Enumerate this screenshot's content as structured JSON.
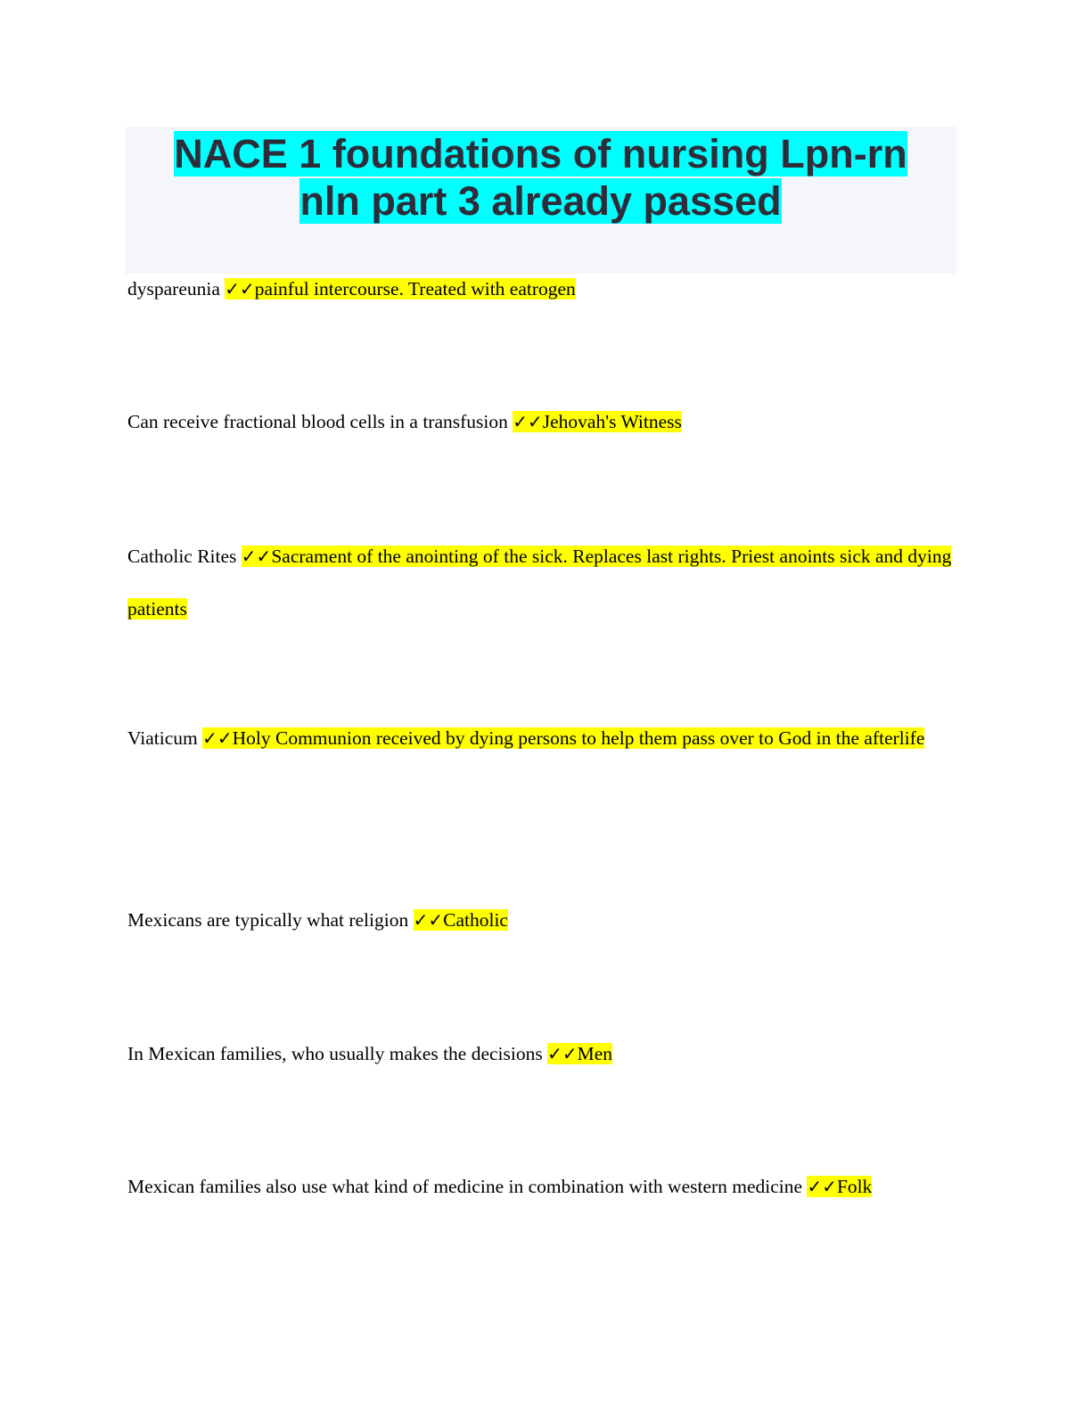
{
  "title": {
    "line1": "NACE 1 foundations of nursing Lpn-rn",
    "line2": "nln part 3 already passed"
  },
  "check_mark": "✓✓",
  "items": [
    {
      "q": "dyspareunia",
      "a": "painful intercourse. Treated with eatrogen"
    },
    {
      "q": "Can receive fractional blood cells in a transfusion",
      "a": "Jehovah's Witness"
    },
    {
      "q": "Catholic Rites",
      "a": "Sacrament of the anointing of the sick. Replaces last rights. Priest anoints sick and dying patients"
    },
    {
      "q": "Viaticum",
      "a": "Holy Communion received by dying persons to help them pass over to God in the afterlife"
    },
    {
      "q": "Mexicans are typically what religion",
      "a": "Catholic"
    },
    {
      "q": "In Mexican families, who usually makes the decisions",
      "a": "Men"
    },
    {
      "q": "Mexican families also use what kind of medicine in combination with western medicine",
      "a": "Folk"
    }
  ]
}
